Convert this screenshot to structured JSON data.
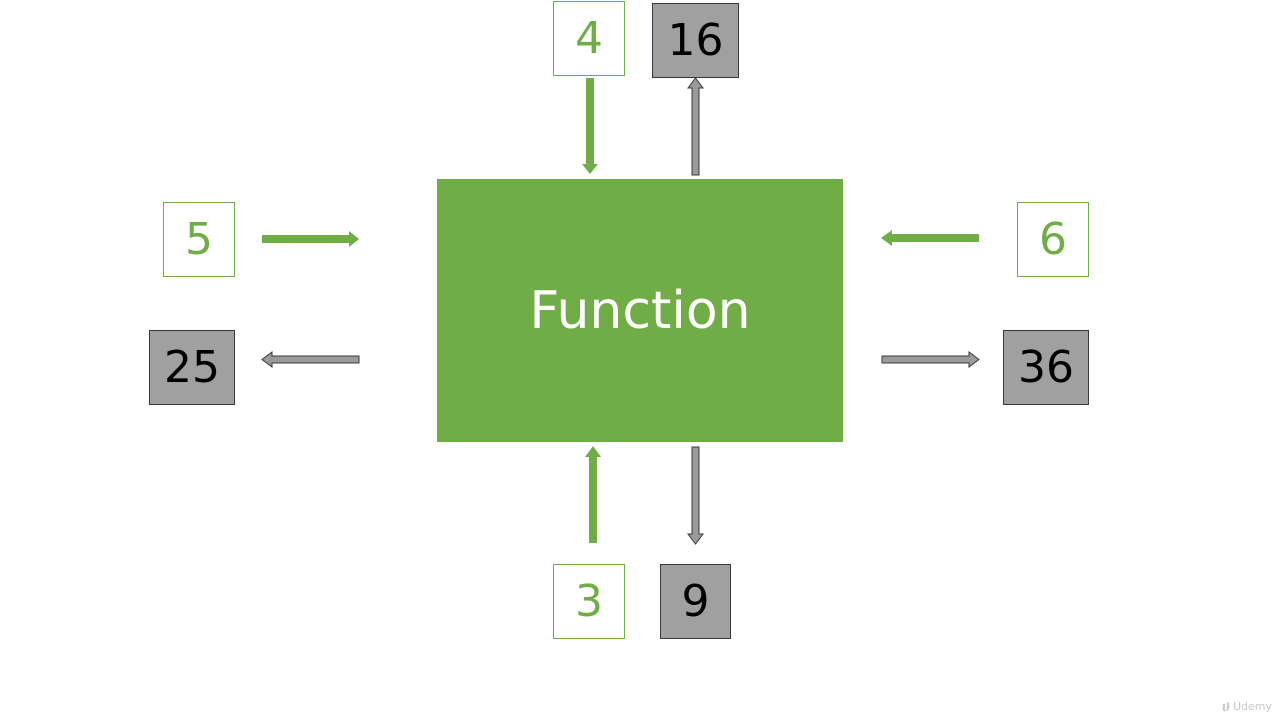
{
  "function_label": "Function",
  "inputs": {
    "top": "4",
    "left": "5",
    "right": "6",
    "bottom": "3"
  },
  "outputs": {
    "top": "16",
    "left": "25",
    "right": "36",
    "bottom": "9"
  },
  "colors": {
    "green": "#70ad47",
    "gray_box": "#a0a0a0",
    "gray_arrow": "#9a9a9a",
    "dark_border": "#3a3a3a"
  },
  "watermark": {
    "icon": "udemy-logo-icon",
    "text": "Udemy"
  }
}
